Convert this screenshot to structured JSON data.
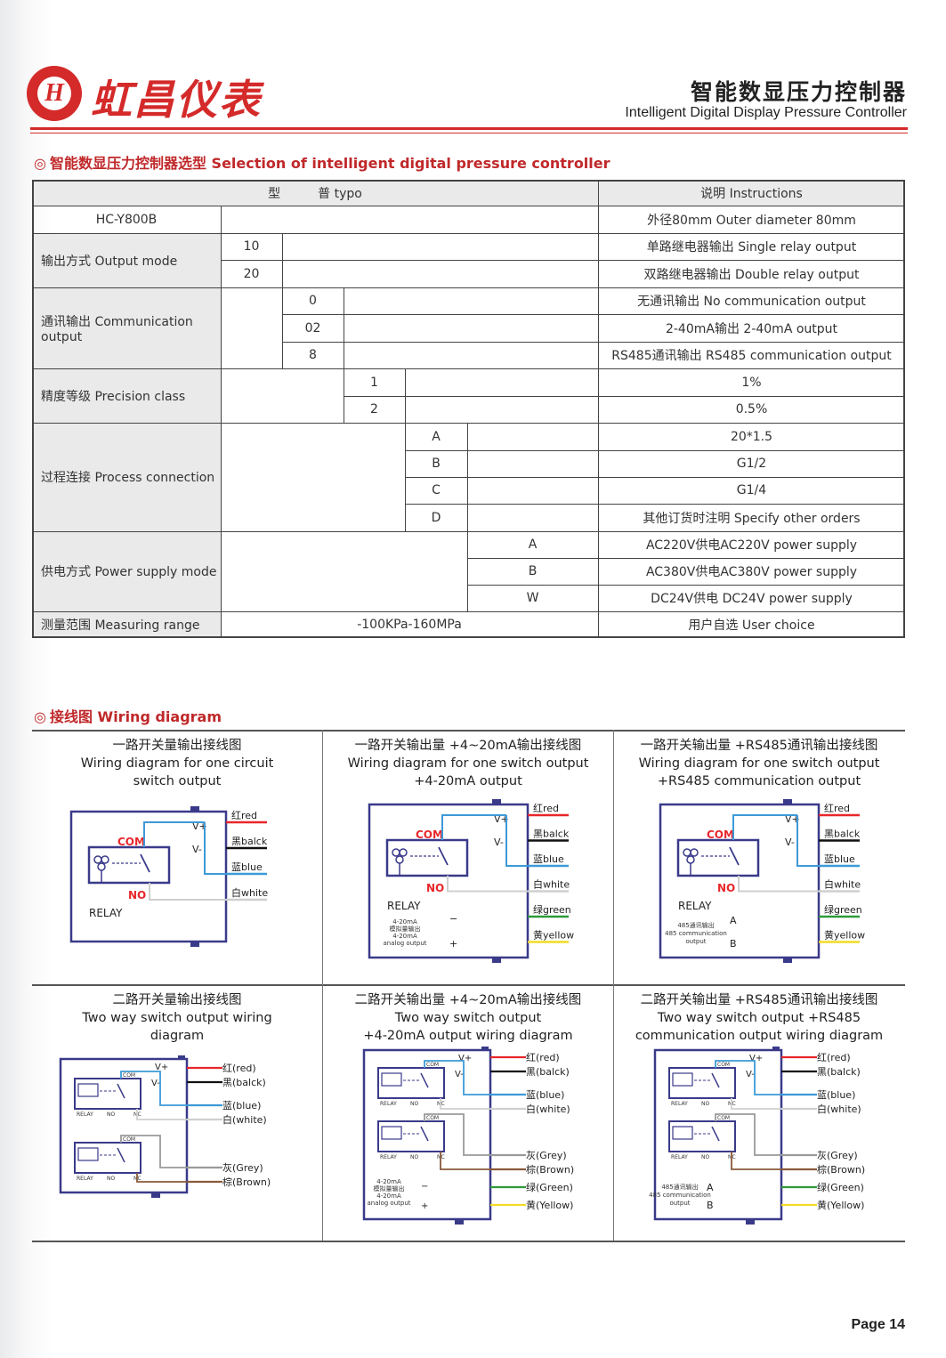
{
  "header": {
    "logo_mark": "H",
    "logo_text": "虹昌仪表",
    "title_cn": "智能数显压力控制器",
    "title_en": "Intelligent Digital Display Pressure Controller",
    "brand_color": "#d42a2a"
  },
  "selection": {
    "bullet": "◎",
    "title": "智能数显压力控制器选型 Selection of intelligent digital pressure controller",
    "head_type": "型　　　普 typo",
    "head_instr": "说明 Instructions",
    "model": "HC-Y800B",
    "model_instr": "外径80mm Outer diameter 80mm",
    "output_label": "输出方式 Output mode",
    "output": [
      {
        "code": "10",
        "desc": "单路继电器输出 Single relay output"
      },
      {
        "code": "20",
        "desc": "双路继电器输出 Double relay output"
      }
    ],
    "comm_label": "通讯输出 Communication output",
    "comm": [
      {
        "code": "0",
        "desc": "无通讯输出 No communication output"
      },
      {
        "code": "02",
        "desc": "2-40mA输出 2-40mA output"
      },
      {
        "code": "8",
        "desc": "RS485通讯输出 RS485 communication output"
      }
    ],
    "prec_label": "精度等级 Precision class",
    "prec": [
      {
        "code": "1",
        "desc": "1%"
      },
      {
        "code": "2",
        "desc": "0.5%"
      }
    ],
    "proc_label": "过程连接 Process connection",
    "proc": [
      {
        "code": "A",
        "desc": "20*1.5"
      },
      {
        "code": "B",
        "desc": "G1/2"
      },
      {
        "code": "C",
        "desc": "G1/4"
      },
      {
        "code": "D",
        "desc": "其他订货时注明 Specify other orders"
      }
    ],
    "power_label": "供电方式 Power supply mode",
    "power": [
      {
        "code": "A",
        "desc": "AC220V供电AC220V power supply"
      },
      {
        "code": "B",
        "desc": "AC380V供电AC380V power supply"
      },
      {
        "code": "W",
        "desc": "DC24V供电 DC24V power supply"
      }
    ],
    "range_label": "测量范围 Measuring range",
    "range_value": "-100KPa-160MPa",
    "range_instr": "用户自选 User choice"
  },
  "wiring": {
    "bullet": "◎",
    "title": "接线图 Wiring diagram",
    "captions": [
      [
        "一路开关量输出接线图",
        "Wiring diagram for one circuit",
        "switch output"
      ],
      [
        "一路开关输出量 +4~20mA输出接线图",
        "Wiring diagram for one switch output",
        "+4-20mA output"
      ],
      [
        "一路开关输出量 +RS485通讯输出接线图",
        "Wiring diagram for one switch output",
        "+RS485 communication output"
      ],
      [
        "二路开关量输出接线图",
        "Two way switch output wiring",
        "diagram"
      ],
      [
        "二路开关输出量 +4~20mA输出接线图",
        "Two way switch output",
        "+4-20mA output wiring diagram"
      ],
      [
        "二路开关输出量 +RS485通讯输出接线图",
        "Two way switch output +RS485",
        "communication output wiring diagram"
      ]
    ],
    "terms": {
      "vplus": "V+",
      "vminus": "V-",
      "com": "COM",
      "no": "NO",
      "nc": "NC",
      "relay": "RELAY",
      "minus": "−",
      "plus": "+",
      "a": "A",
      "b": "B"
    },
    "wires1": [
      "红red",
      "黑balck",
      "蓝blue",
      "白white"
    ],
    "wires_extra": [
      "绿green",
      "黄yellow"
    ],
    "wires2": [
      "红(red)",
      "黑(balck)",
      "蓝(blue)",
      "白(white)",
      "灰(Grey)",
      "棕(Brown)"
    ],
    "wires2_extra": [
      "绿(Green)",
      "黄(Yellow)"
    ],
    "analog_label": [
      "4-20mA",
      "模拟量输出",
      "4-20mA",
      "analog output"
    ],
    "rs485_label": [
      "485通讯输出",
      "485 communication",
      "output"
    ],
    "colors": {
      "red": "#e8272b",
      "black": "#111111",
      "blue": "#3d9ad8",
      "white": "#cfcfcf",
      "green": "#2f9a3a",
      "yellow": "#f1dc24",
      "grey": "#9a9a9a",
      "brown": "#8a5a3a",
      "box": "#3a3a8a"
    }
  },
  "page": "Page 14"
}
